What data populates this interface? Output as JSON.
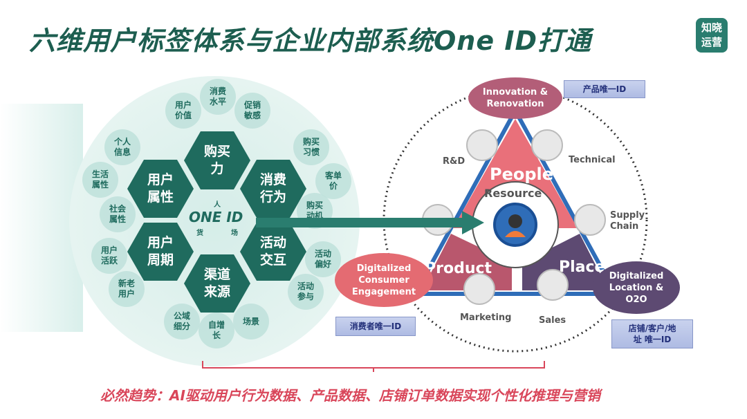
{
  "title": "六维用户标签体系与企业内部系统One ID打通",
  "logo": [
    "知晓",
    "运营"
  ],
  "left": {
    "center": "ONE ID",
    "center_labels": [
      "人",
      "货",
      "场"
    ],
    "hexes": [
      "购买力",
      "消费行为",
      "活动交互",
      "渠道来源",
      "用户周期",
      "用户属性"
    ],
    "tags": [
      "用户价值",
      "消费水平",
      "促销敏感",
      "购买习惯",
      "客单价",
      "购买动机",
      "活动偏好",
      "活动参与",
      "场景",
      "自增长",
      "公域细分",
      "新老用户",
      "用户活跃",
      "社会属性",
      "生活属性",
      "个人信息"
    ]
  },
  "right": {
    "top": "Innovation & Renovation",
    "left": "Digitalized Consumer Engagement",
    "right": "Digitalized Location & O2O",
    "segments": [
      "People",
      "Product",
      "Place",
      "Resource"
    ],
    "nodes": [
      "R&D",
      "Technical",
      "Supply Chain",
      "Sales",
      "Marketing"
    ],
    "id_boxes": [
      "产品唯一ID",
      "消费者唯一ID",
      "店铺/客户/地址 唯一ID"
    ]
  },
  "caption": "必然趋势：AI驱动用户行为数据、产品数据、店铺订单数据实现个性化推理与营销",
  "colors": {
    "green": "#1f6b5e",
    "pink": "#d9465a",
    "red": "#e46b72",
    "purple": "#5d4a72"
  }
}
